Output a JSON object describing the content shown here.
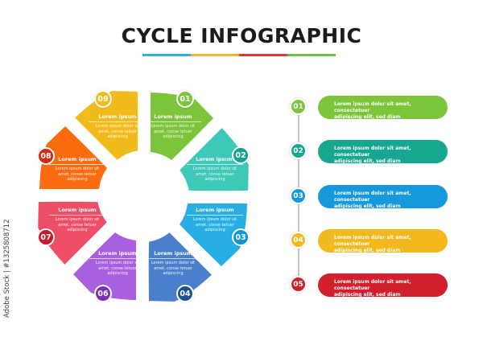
{
  "title": "CYCLE INFOGRAPHIC",
  "title_bar_colors": [
    "#2eb0e8",
    "#f2b52a",
    "#e0343f",
    "#6cc23a"
  ],
  "wheel": {
    "segments": [
      {
        "num": "01",
        "color": "#7cc43a",
        "badge_color": "#7cc43a",
        "heading": "Lorem ipsum",
        "body": "Lorem ipsum dolor sit amet, conse tetuer adipiscing"
      },
      {
        "num": "02",
        "color": "#3ec8b8",
        "badge_color": "#13a08e",
        "heading": "Lorem ipsum",
        "body": "Lorem ipsum dolor sit amet, conse tetuer adipiscing"
      },
      {
        "num": "03",
        "color": "#27aee5",
        "badge_color": "#1293d6",
        "heading": "Lorem ipsum",
        "body": "Lorem ipsum dolor sit amet, conse tetuer adipiscing"
      },
      {
        "num": "04",
        "color": "#4a7fcc",
        "badge_color": "#1f4f99",
        "heading": "Lorem ipsum",
        "body": "Lorem ipsum dolor sit amet, conse tetuer adipiscing"
      },
      {
        "num": "06",
        "color": "#a85fe0",
        "badge_color": "#7a2fb8",
        "heading": "Lorem ipsum",
        "body": "Lorem ipsum dolor sit amet, conse tetuer adipiscing"
      },
      {
        "num": "07",
        "color": "#f04e66",
        "badge_color": "#c41c2e",
        "heading": "Lorem ipsum",
        "body": "Lorem ipsum dolor sit amet, conse tetuer adipiscing"
      },
      {
        "num": "08",
        "color": "#fb6b10",
        "badge_color": "#d22a12",
        "heading": "Lorem ipsum",
        "body": "Lorem ipsum dolor sit amet, conse tetuer adipiscing"
      },
      {
        "num": "09",
        "color": "#f2bb1c",
        "badge_color": "#f2bb1c",
        "heading": "Lorem ipsum",
        "body": "Lorem ipsum dolor sit amet, conse tetuer adipiscing"
      }
    ]
  },
  "timeline": {
    "items": [
      {
        "num": "01",
        "color": "#7cc43a",
        "text_line1": "Lorem ipsum dolor sit amet, consectetuer",
        "text_line2": "adipiscing elit, sed diam"
      },
      {
        "num": "02",
        "color": "#17a68f",
        "text_line1": "Lorem ipsum dolor sit amet, consectetuer",
        "text_line2": "adipiscing elit, sed diam"
      },
      {
        "num": "03",
        "color": "#1598dc",
        "text_line1": "Lorem ipsum dolor sit amet, consectetuer",
        "text_line2": "adipiscing elit, sed diam"
      },
      {
        "num": "04",
        "color": "#f2b81e",
        "text_line1": "Lorem ipsum dolor sit amet, consectetuer",
        "text_line2": "adipiscing elit, sed diam"
      },
      {
        "num": "05",
        "color": "#d0202e",
        "text_line1": "Lorem ipsum dolor sit amet, consectetuer",
        "text_line2": "adipiscing elit, sed diam"
      }
    ]
  },
  "watermark": "Adobe Stock | #1325808712"
}
